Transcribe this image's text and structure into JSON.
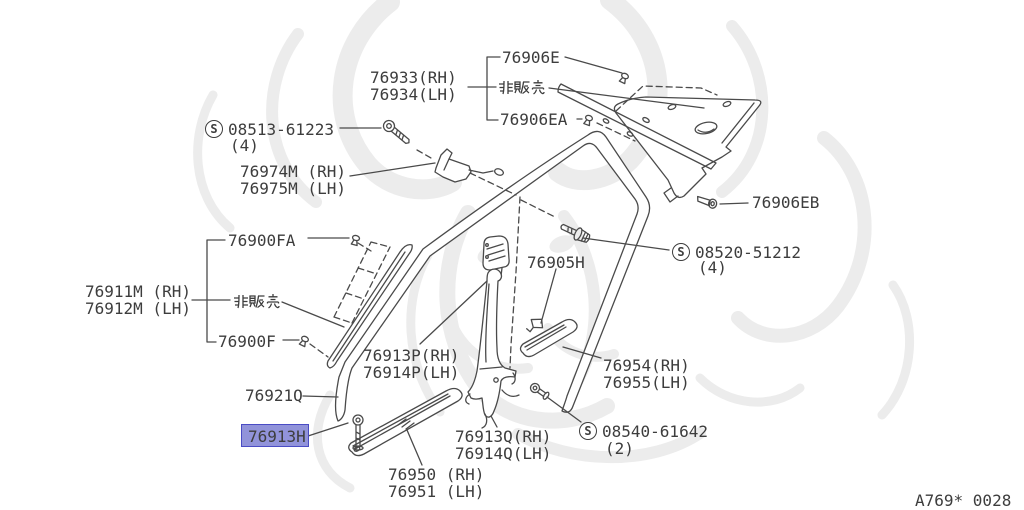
{
  "ref_code": "A769* 0028",
  "s_symbol": "S",
  "colors": {
    "line": "#4a4a4a",
    "text": "#3d3d3d",
    "watermark": "#ececec",
    "highlight_fill": "#9193da",
    "highlight_border": "#4a4cc4"
  },
  "labels": {
    "p76906E": "76906E",
    "p76933": "76933(RH)",
    "p76934": "76934(LH)",
    "hihanbai": "非販売",
    "p76906EA": "76906EA",
    "s08513": "08513-61223",
    "s08513_qty": "(4)",
    "p76974M": "76974M (RH)",
    "p76975M": "76975M (LH)",
    "p76906EB": "76906EB",
    "s08520": "08520-51212",
    "s08520_qty": "(4)",
    "p76900FA": "76900FA",
    "p76911M": "76911M (RH)",
    "p76912M": "76912M (LH)",
    "p76900F": "76900F",
    "p76905H": "76905H",
    "p76913P": "76913P(RH)",
    "p76914P": "76914P(LH)",
    "p76954": "76954(RH)",
    "p76955": "76955(LH)",
    "p76921Q": "76921Q",
    "p76913H": "76913H",
    "p76913Q": "76913Q(RH)",
    "p76914Q": "76914Q(LH)",
    "s08540": "08540-61642",
    "s08540_qty": "(2)",
    "p76950": "76950 (RH)",
    "p76951": "76951 (LH)"
  }
}
